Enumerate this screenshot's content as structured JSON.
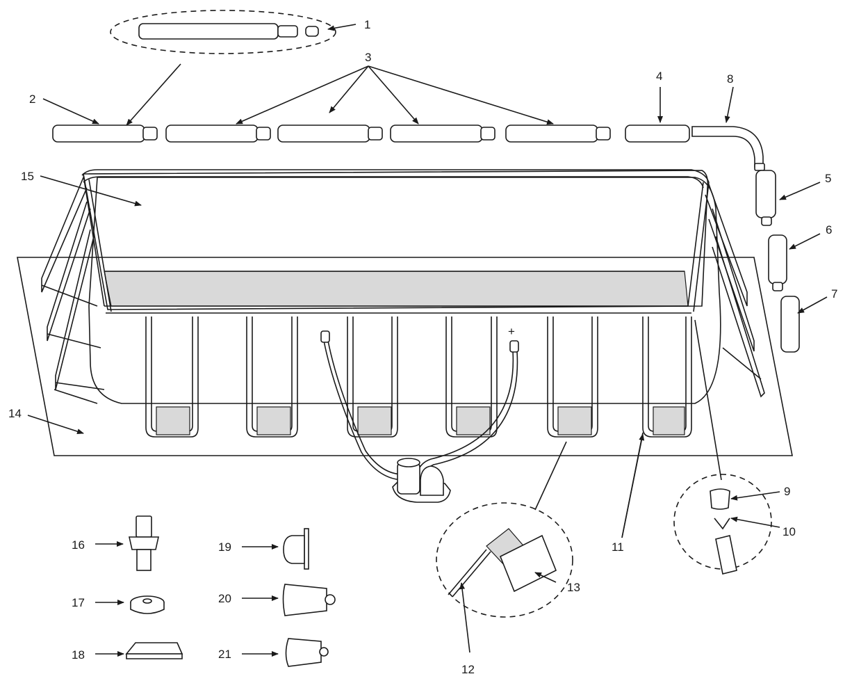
{
  "colors": {
    "line": "#1a1a1a",
    "liner": "#d9d9d9",
    "background": "#ffffff"
  },
  "labels": {
    "n1": "1",
    "n2": "2",
    "n3": "3",
    "n4": "4",
    "n5": "5",
    "n6": "6",
    "n7": "7",
    "n8": "8",
    "n9": "9",
    "n10": "10",
    "n11": "11",
    "n12": "12",
    "n13": "13",
    "n14": "14",
    "n15": "15",
    "n16": "16",
    "n17": "17",
    "n18": "18",
    "n19": "19",
    "n20": "20",
    "n21": "21"
  },
  "pump_inlet_mark": "+"
}
